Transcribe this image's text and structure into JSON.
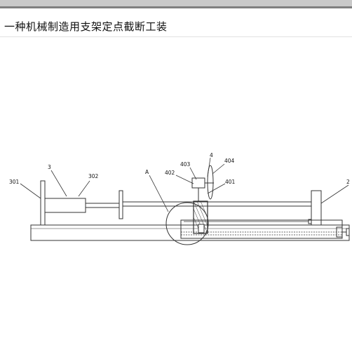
{
  "page": {
    "title": "一种机械制造用支架定点截断工装"
  },
  "figure": {
    "labels": {
      "l301": "301",
      "l3": "3",
      "l302": "302",
      "lA": "A",
      "l402": "402",
      "l403": "403",
      "l4": "4",
      "l404": "404",
      "l401": "401",
      "l2": "2"
    }
  }
}
